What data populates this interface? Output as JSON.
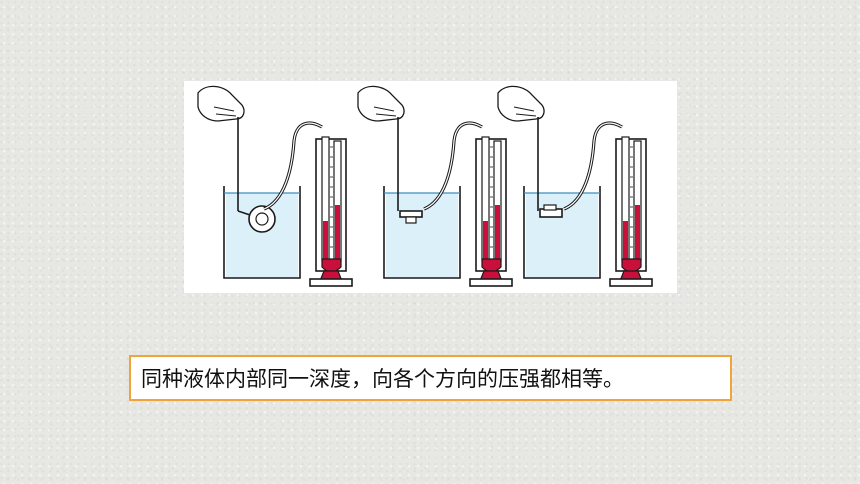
{
  "caption": {
    "text": "同种液体内部同一深度，向各个方向的压强都相等。"
  },
  "colors": {
    "liquid": "#c8103a",
    "water": "#bfe3f5",
    "caption_border": "#f2a33a",
    "line": "#1a1a1a"
  },
  "probe_orientations": [
    "side",
    "up",
    "down"
  ]
}
